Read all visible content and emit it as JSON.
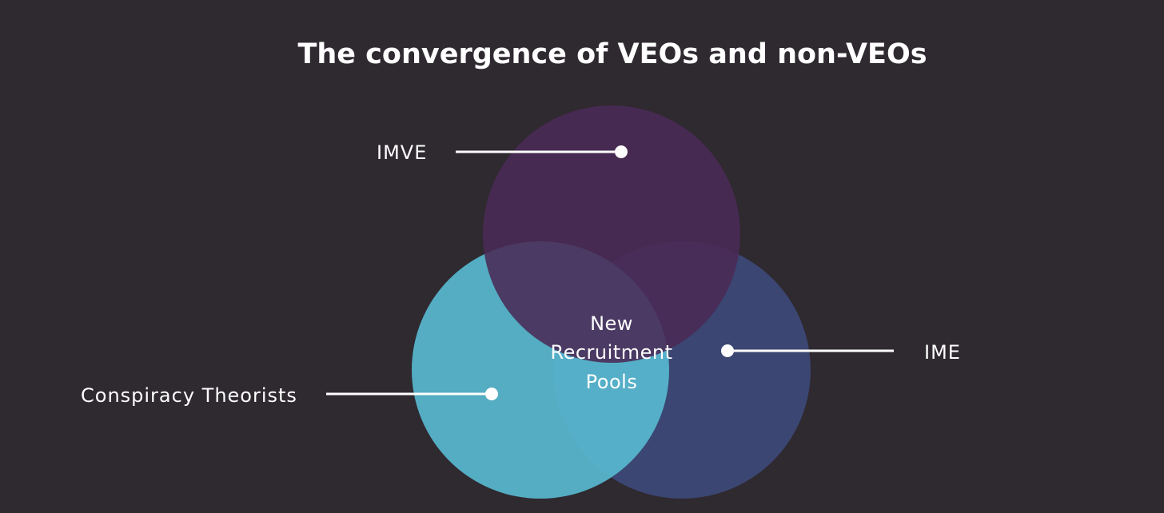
{
  "title": "The convergence of VEOs and non-VEOs",
  "center_label": [
    "New",
    "Recruitment",
    "Pools"
  ],
  "sets": [
    {
      "key": "imve",
      "label": "IMVE",
      "color": "#4a2a55",
      "opacity": 0.88
    },
    {
      "key": "ime",
      "label": "IME",
      "color": "#3b4672",
      "opacity": 1
    },
    {
      "key": "conspiracy",
      "label": "Conspiracy Theorists",
      "color": "#58b9cf",
      "opacity": 0.92
    }
  ],
  "colors": {
    "background": "#2f2930",
    "text": "#ffffff"
  }
}
